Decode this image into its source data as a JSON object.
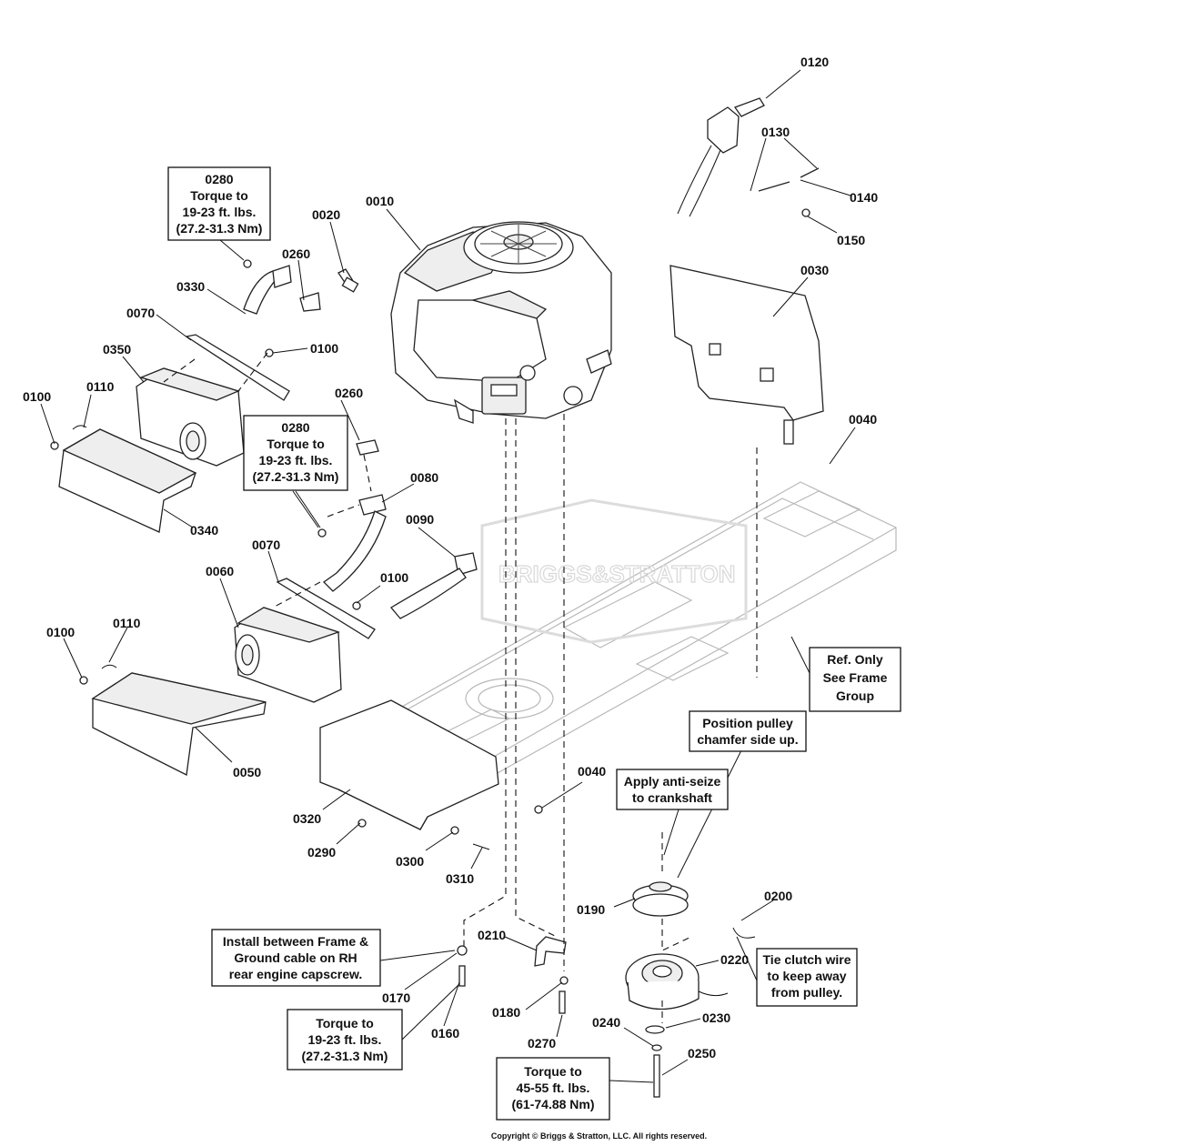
{
  "labels": {
    "p0010": "0010",
    "p0020": "0020",
    "p0030": "0030",
    "p0040a": "0040",
    "p0040b": "0040",
    "p0050": "0050",
    "p0060": "0060",
    "p0070a": "0070",
    "p0070b": "0070",
    "p0080": "0080",
    "p0090": "0090",
    "p0100a": "0100",
    "p0100b": "0100",
    "p0100c": "0100",
    "p0100d": "0100",
    "p0110a": "0110",
    "p0110b": "0110",
    "p0120": "0120",
    "p0130": "0130",
    "p0140": "0140",
    "p0150": "0150",
    "p0160": "0160",
    "p0170": "0170",
    "p0180": "0180",
    "p0190": "0190",
    "p0200": "0200",
    "p0210": "0210",
    "p0220": "0220",
    "p0230": "0230",
    "p0240": "0240",
    "p0250": "0250",
    "p0260a": "0260",
    "p0260b": "0260",
    "p0270": "0270",
    "p0290": "0290",
    "p0300": "0300",
    "p0310": "0310",
    "p0320": "0320",
    "p0330": "0330",
    "p0340": "0340",
    "p0350": "0350"
  },
  "notes": {
    "torque_0280_top": [
      "0280",
      "Torque to",
      "19-23 ft. lbs.",
      "(27.2-31.3 Nm)"
    ],
    "torque_0280_mid": [
      "0280",
      "Torque to",
      "19-23 ft. lbs.",
      "(27.2-31.3 Nm)"
    ],
    "ref_only": [
      "Ref. Only",
      "See Frame",
      "Group"
    ],
    "position_pulley": [
      "Position pulley",
      "chamfer side up."
    ],
    "anti_seize": [
      "Apply anti-seize",
      "to crankshaft"
    ],
    "tie_clutch": [
      "Tie clutch wire",
      "to keep away",
      "from pulley."
    ],
    "install_between": [
      "Install between Frame &",
      "Ground cable on RH",
      "rear engine capscrew."
    ],
    "torque_19_23": [
      "Torque to",
      "19-23 ft. lbs.",
      "(27.2-31.3 Nm)"
    ],
    "torque_45_55": [
      "Torque to",
      "45-55 ft. lbs.",
      "(61-74.88 Nm)"
    ]
  },
  "watermark": "BRIGGS&STRATTON",
  "copyright": "Copyright © Briggs & Stratton, LLC. All rights reserved."
}
